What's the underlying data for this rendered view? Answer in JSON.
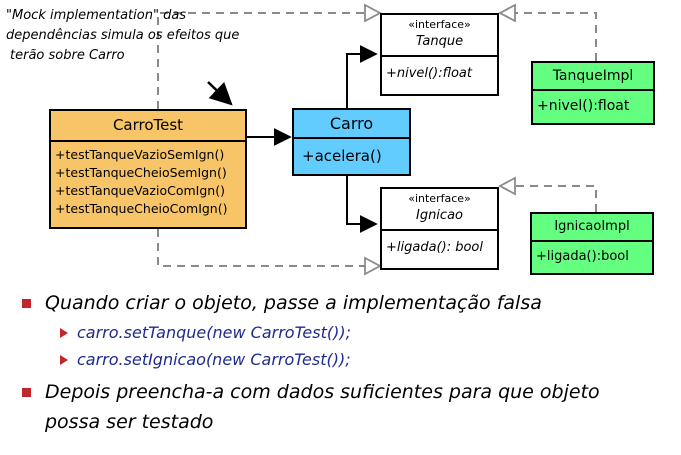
{
  "note": {
    "lines": [
      "\"Mock implementation\" das",
      "dependências simula os efeitos que",
      "terão sobre Carro"
    ]
  },
  "carrotest": {
    "name": "CarroTest",
    "methods": [
      "+testTanqueVazioSemIgn()",
      "+testTanqueCheioSemIgn()",
      "+testTanqueVazioComIgn()",
      "+testTanqueCheioComIgn()"
    ]
  },
  "carro": {
    "name": "Carro",
    "method": "+acelera()"
  },
  "tanque": {
    "stereotype": "«interface»",
    "name": "Tanque",
    "method": "+nivel():float"
  },
  "ignicao": {
    "stereotype": "«interface»",
    "name": "Ignicao",
    "method": "+ligada(): bool"
  },
  "tanqueimpl": {
    "name": "TanqueImpl",
    "method": "+nivel():float"
  },
  "ignicaoimpl": {
    "name": "IgnicaoImpl",
    "method": "+ligada():bool"
  },
  "bullets": {
    "b1": "Quando criar o objeto, passe a implementação falsa",
    "b1_sub1": "carro.setTanque(new CarroTest());",
    "b1_sub2": "carro.setIgnicao(new CarroTest());",
    "b2_line1": "Depois preencha-a com dados suficientes para que objeto",
    "b2_line2": "possa ser testado"
  },
  "colors": {
    "carrotest": "#f8c468",
    "carro": "#62ccff",
    "impl": "#64ff80",
    "bullet": "#c0262a",
    "code": "#1d2b8f",
    "dashed": "#8a8a8a"
  }
}
